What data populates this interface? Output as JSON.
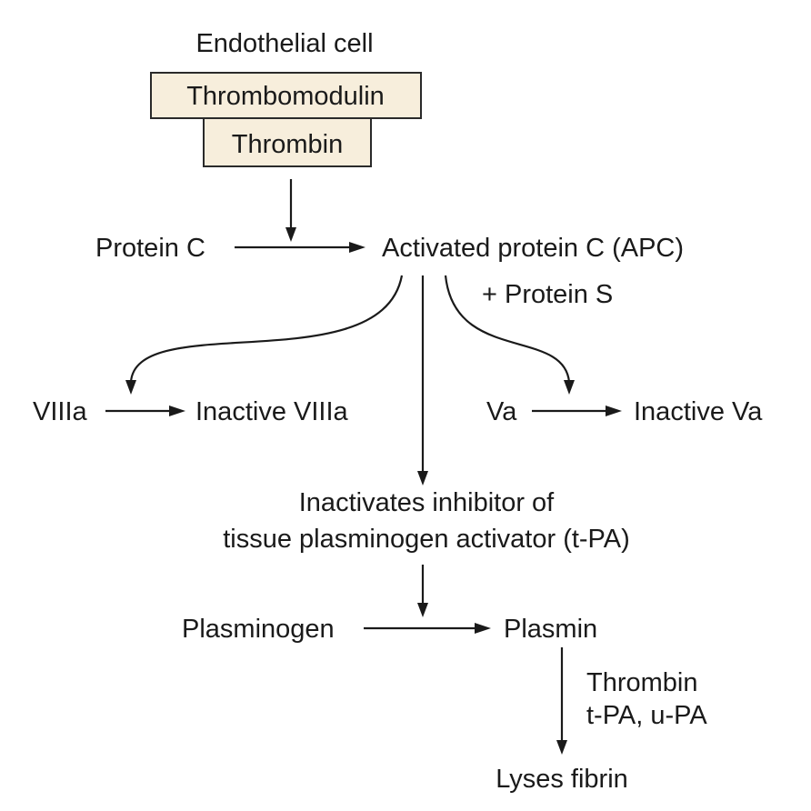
{
  "colors": {
    "box_fill": "#f7eedc",
    "ink": "#1a1a1a"
  },
  "labels": {
    "endothelial_cell": "Endothelial cell",
    "thrombomodulin": "Thrombomodulin",
    "thrombin_box": "Thrombin",
    "protein_c": "Protein C",
    "apc": "Activated protein C (APC)",
    "protein_s": "+ Protein S",
    "viiia": "VIIIa",
    "inactive_viiia": "Inactive VIIIa",
    "va": "Va",
    "inactive_va": "Inactive Va",
    "tpa_line1": "Inactivates inhibitor of",
    "tpa_line2": "tissue plasminogen activator (t-PA)",
    "plasminogen": "Plasminogen",
    "plasmin": "Plasmin",
    "enzymes_line1": "Thrombin",
    "enzymes_line2": "t-PA, u-PA",
    "lyses_fibrin": "Lyses fibrin"
  }
}
